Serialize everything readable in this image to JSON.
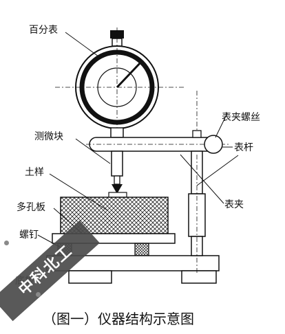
{
  "labels": {
    "dial_gauge": "百分表",
    "gauge_screw": "表夹螺丝",
    "measuring_block": "测微块",
    "gauge_rod": "表杆",
    "soil_sample": "土样",
    "porous_plate": "多孔板",
    "gauge_clamp": "表夹",
    "screw": "螺钉",
    "base_plate": "底板"
  },
  "caption": "（图一）仪器结构示意图",
  "watermark": "中科北工"
}
